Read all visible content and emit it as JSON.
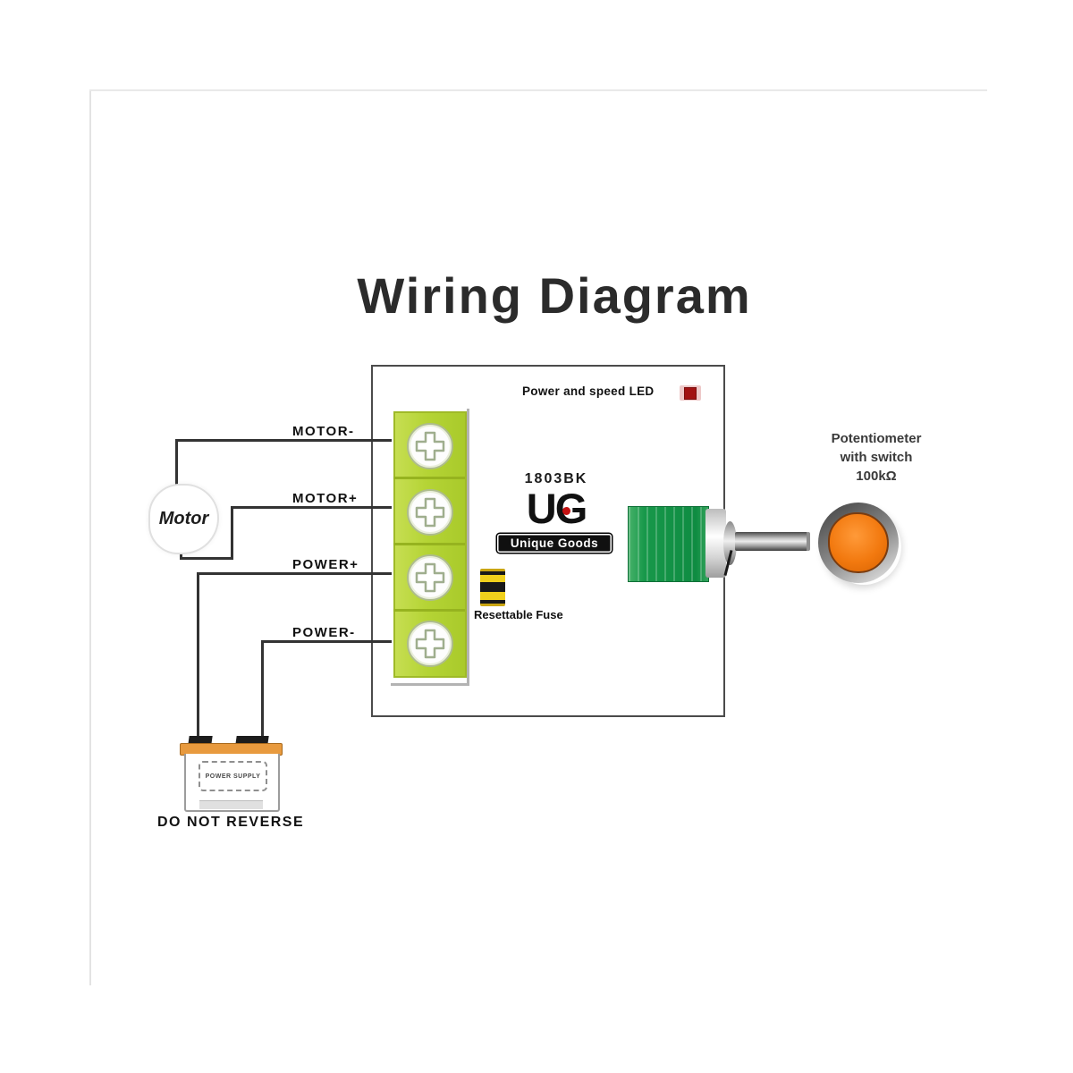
{
  "title": "Wiring Diagram",
  "board": {
    "led_label": "Power and speed LED",
    "model": "1803BK",
    "logo_text": "UG",
    "logo_subtext": "Unique Goods",
    "fuse_label": "Resettable Fuse",
    "terminals": [
      {
        "label": "MOTOR-"
      },
      {
        "label": "MOTOR+"
      },
      {
        "label": "POWER+"
      },
      {
        "label": "POWER-"
      }
    ]
  },
  "potentiometer": {
    "line1": "Potentiometer",
    "line2": "with switch",
    "line3": "100kΩ"
  },
  "motor": {
    "label": "Motor"
  },
  "battery": {
    "label": "POWER SUPPLY",
    "warning": "DO NOT REVERSE"
  },
  "colors": {
    "terminal_green": "#b5d435",
    "pot_green": "#17984a",
    "knob_orange": "#f2790f",
    "led_red": "#a11212",
    "battery_orange": "#e89a3e",
    "fuse_yellow": "#f0d01c",
    "wire": "#333333"
  }
}
